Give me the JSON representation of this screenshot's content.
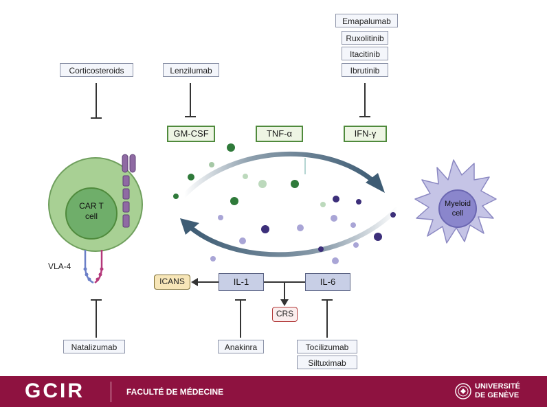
{
  "drugs": {
    "corticosteroids": "Corticosteroids",
    "lenzilumab": "Lenzilumab",
    "emapalumab": "Emapalumab",
    "ruxolitinib": "Ruxolitinib",
    "itacitinib": "Itacitinib",
    "ibrutinib": "Ibrutinib",
    "natalizumab": "Natalizumab",
    "anakinra": "Anakinra",
    "tocilizumab": "Tocilizumab",
    "siltuximab": "Siltuximab"
  },
  "cytokines": {
    "gmcsf": "GM-CSF",
    "tnf": "TNF-α",
    "ifn": "IFN-γ",
    "il1": "IL-1",
    "il6": "IL-6"
  },
  "outcomes": {
    "icans": "ICANS",
    "crs": "CRS"
  },
  "cells": {
    "cart_line1": "CAR T",
    "cart_line2": "cell",
    "myeloid_line1": "Myeloid",
    "myeloid_line2": "cell"
  },
  "labels": {
    "vla4": "VLA-4"
  },
  "footer": {
    "logo_text": "GCIR",
    "faculty": "FACULTÉ DE MÉDECINE",
    "university_line1": "UNIVERSITÉ",
    "university_line2": "DE GENÈVE"
  },
  "colors": {
    "cytokine_green": "#4f8a3c",
    "il_box": "#c8cfe6",
    "icans_fill": "#f7e6b8",
    "crs_border": "#b23a3a",
    "footer": "#8e1240",
    "arrow": "#3e5c74",
    "cart_outer": "#a8d094",
    "myeloid": "#c5c4e6"
  }
}
